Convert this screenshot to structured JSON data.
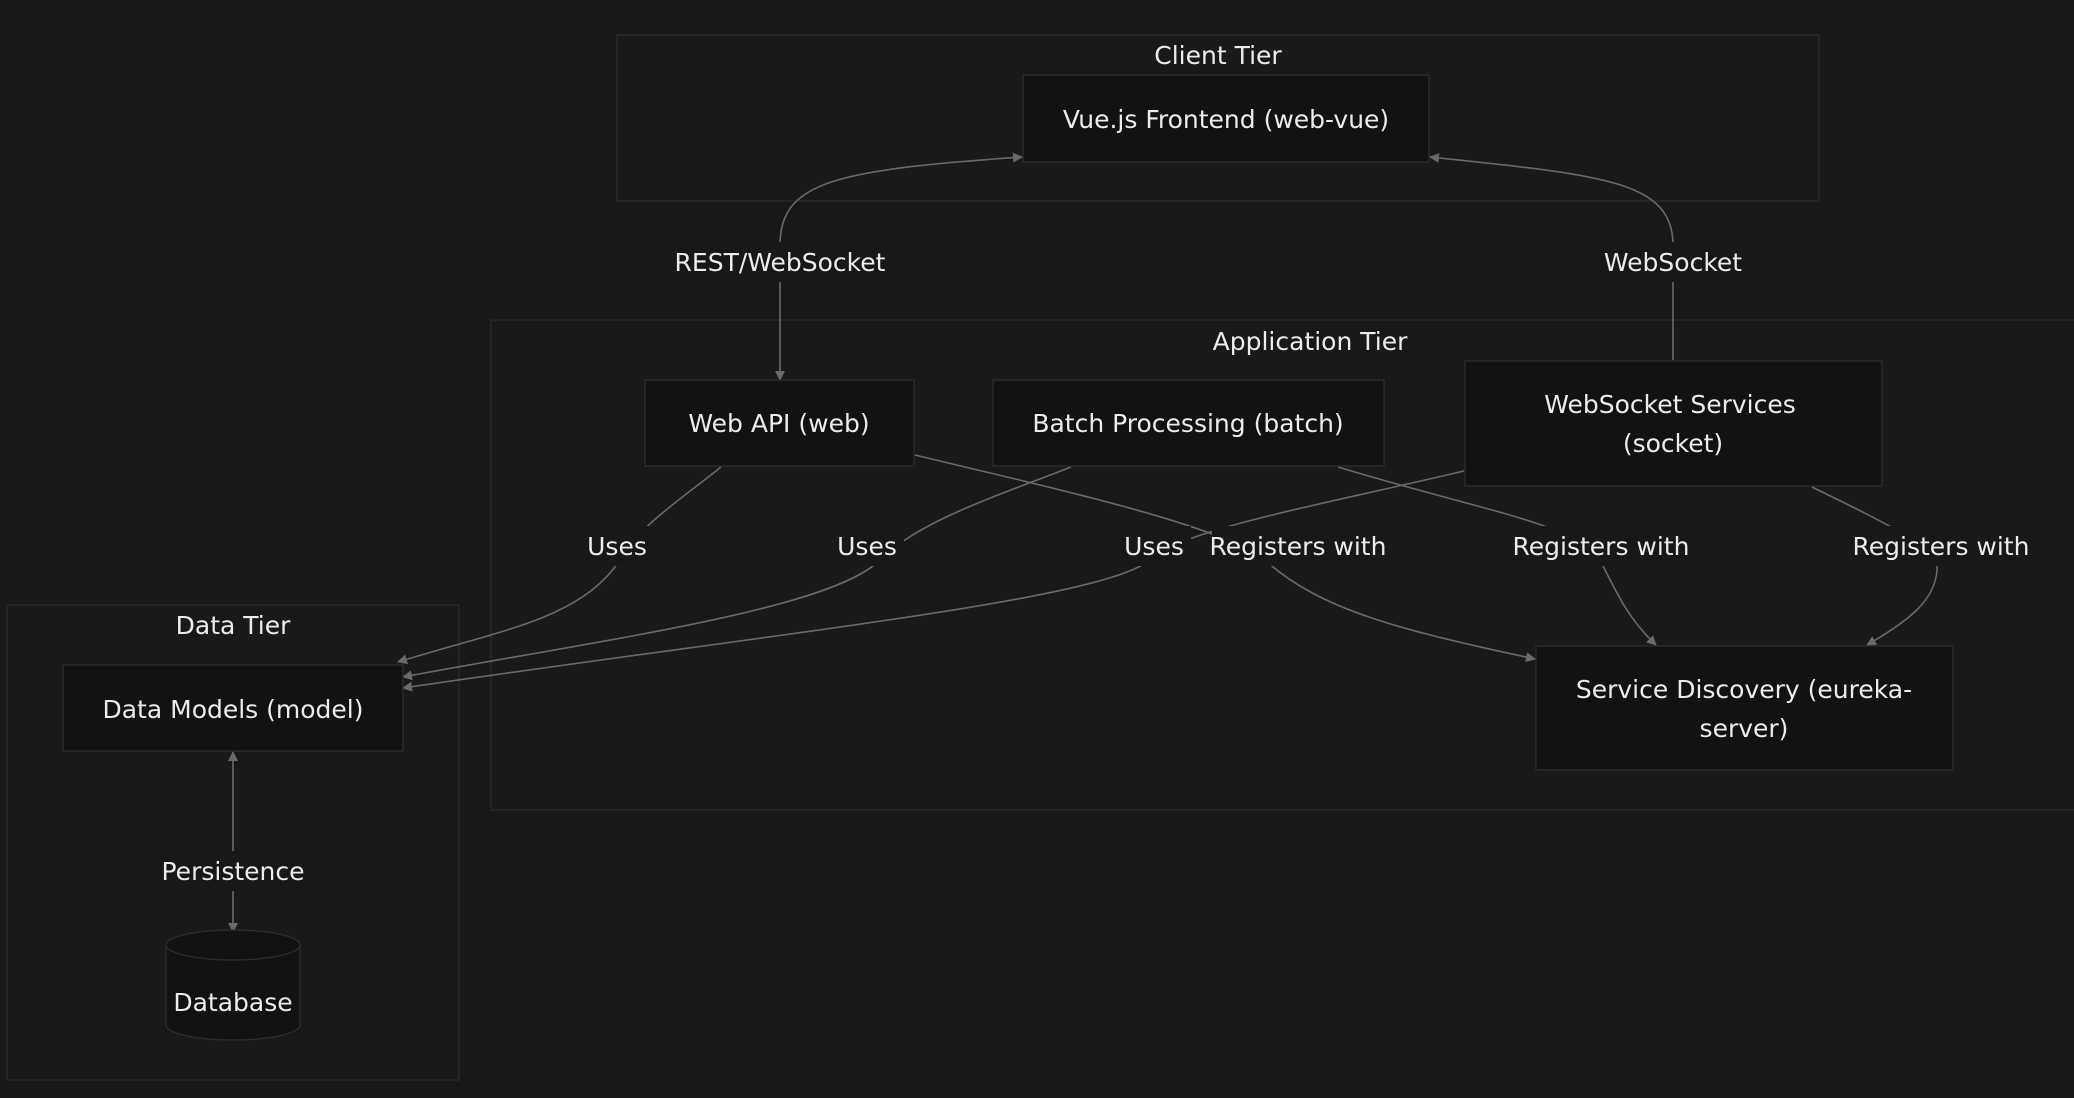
{
  "clusters": {
    "client": {
      "title": "Client Tier"
    },
    "application": {
      "title": "Application Tier"
    },
    "data": {
      "title": "Data Tier"
    }
  },
  "nodes": {
    "vue_frontend": {
      "lines": [
        "Vue.js Frontend (web-vue)"
      ]
    },
    "web_api": {
      "lines": [
        "Web API (web)"
      ]
    },
    "batch": {
      "lines": [
        "Batch Processing (batch)"
      ]
    },
    "socket": {
      "lines": [
        "WebSocket Services",
        "(socket)"
      ]
    },
    "eureka": {
      "lines": [
        "Service Discovery (eureka-",
        "server)"
      ]
    },
    "model": {
      "lines": [
        "Data Models (model)"
      ]
    },
    "database": {
      "lines": [
        "Database"
      ]
    }
  },
  "edges": {
    "web_to_vue": {
      "label": "REST/WebSocket"
    },
    "socket_to_vue": {
      "label": "WebSocket"
    },
    "web_uses_model": {
      "label": "Uses"
    },
    "batch_uses_model": {
      "label": "Uses"
    },
    "socket_uses_model": {
      "label": "Uses"
    },
    "web_registers": {
      "label": "Registers with"
    },
    "batch_registers": {
      "label": "Registers with"
    },
    "socket_registers": {
      "label": "Registers with"
    },
    "model_persistence": {
      "label": "Persistence"
    }
  },
  "colors": {
    "background": "#181818",
    "cluster_fill": "#191919",
    "node_fill": "#121212",
    "border": "#2e2e2e",
    "edge": "#6a6a6a",
    "text": "#ececec"
  }
}
